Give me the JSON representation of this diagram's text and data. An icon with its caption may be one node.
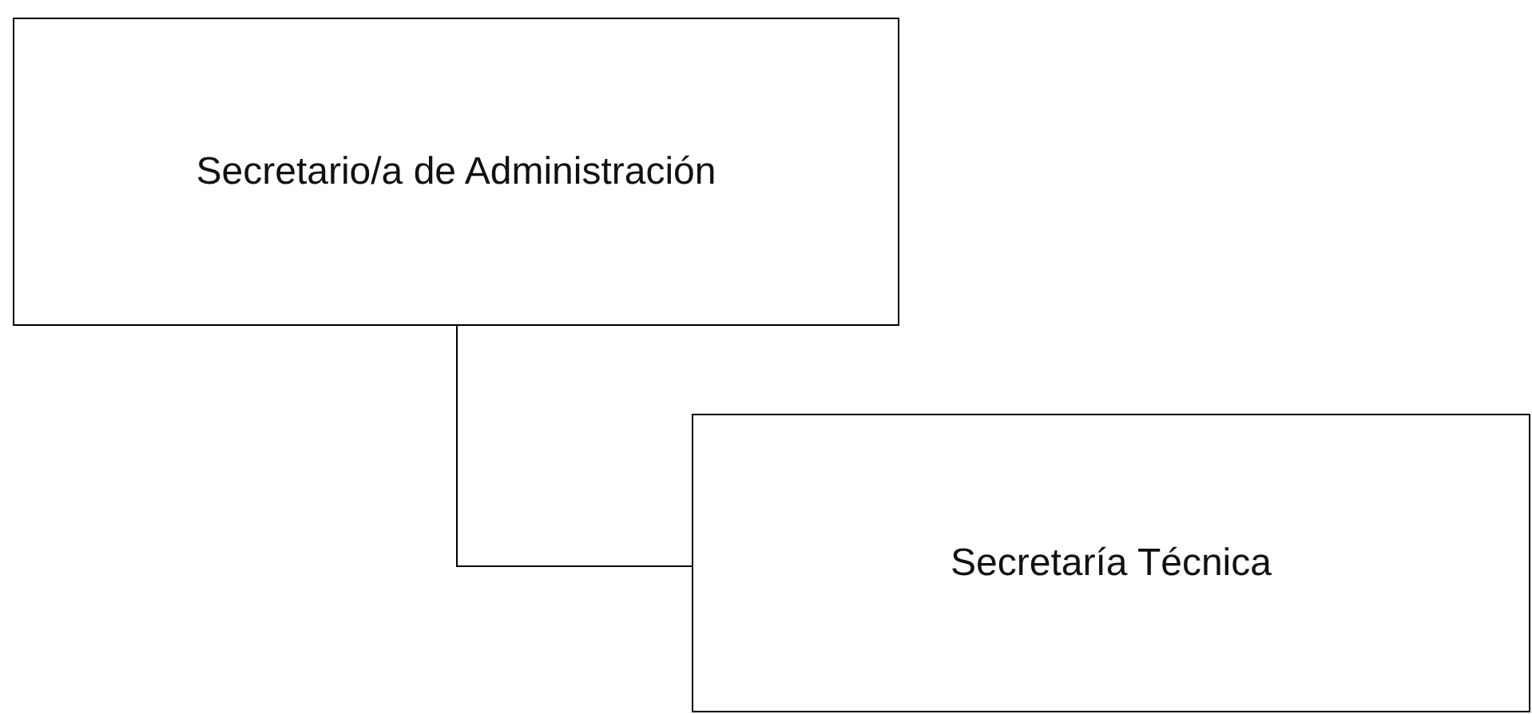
{
  "diagram": {
    "nodes": [
      {
        "text": [
          "Secretario/a de Administración"
        ]
      },
      {
        "text": [
          "Secretaría Técnica"
        ]
      }
    ],
    "edges": [
      {
        "from": 0,
        "to": 1,
        "arrow": "none"
      }
    ]
  }
}
